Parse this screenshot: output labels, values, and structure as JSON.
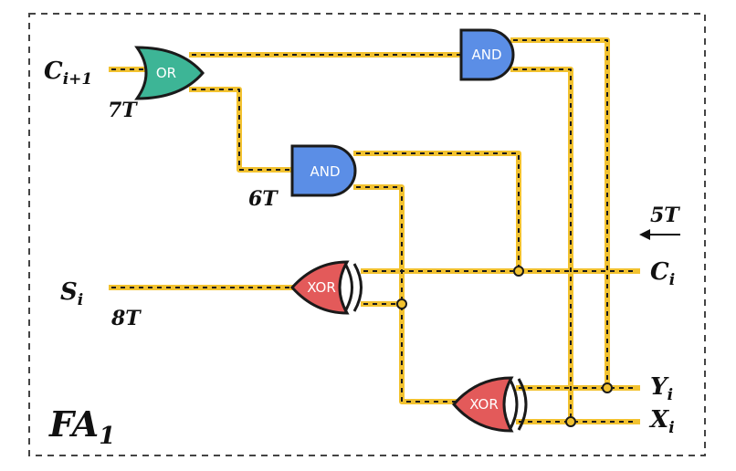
{
  "title": {
    "main": "FA",
    "sub": "1"
  },
  "colors": {
    "wire": "#f2c230",
    "wire_dash": "#1a1a1a",
    "or_gate": "#3db596",
    "and_gate": "#5b8ee6",
    "xor_gate": "#e35a5a",
    "border": "#444444"
  },
  "gates": {
    "or": "OR",
    "and_top": "AND",
    "and_mid": "AND",
    "xor_mid": "XOR",
    "xor_bottom": "XOR"
  },
  "labels": {
    "c_in": {
      "main": "C",
      "sub": "i+1"
    },
    "s_in": {
      "main": "S",
      "sub": "i"
    },
    "c_out": {
      "main": "C",
      "sub": "i"
    },
    "y_out": {
      "main": "Y",
      "sub": "i"
    },
    "x_out": {
      "main": "X",
      "sub": "i"
    }
  },
  "timings": {
    "or": "7T",
    "and_mid": "6T",
    "xor_mid": "8T",
    "arrow": "5T"
  },
  "arrow_icon": "left-arrow-icon"
}
